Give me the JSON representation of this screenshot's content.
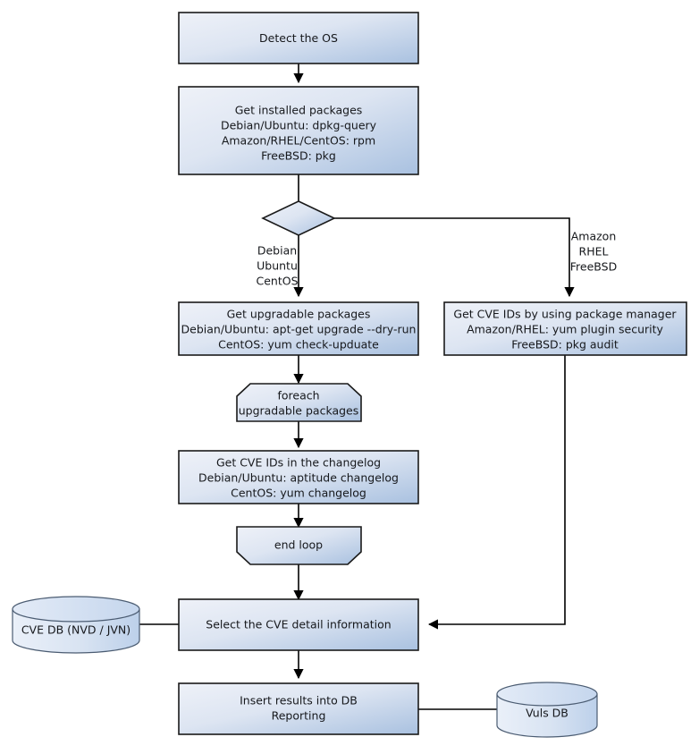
{
  "diagram": {
    "title": "Vuls scan workflow flowchart",
    "type": "flowchart",
    "colors": {
      "node_gradient_start": "#e9edf6",
      "node_gradient_end": "#a9c1e0",
      "node_border": "#1a1a1a",
      "db_gradient_start": "#e6ecf6",
      "db_gradient_end": "#bdd0ea",
      "db_border": "#4b5c72",
      "connector": "#000000",
      "text": "#16181c",
      "background": "#ffffff"
    },
    "nodes": {
      "detect_os": {
        "shape": "process",
        "lines": [
          "Detect the OS"
        ]
      },
      "get_installed_packages": {
        "shape": "process",
        "lines": [
          "Get installed packages",
          "Debian/Ubuntu: dpkg-query",
          "Amazon/RHEL/CentOS: rpm",
          "FreeBSD: pkg"
        ]
      },
      "os_decision": {
        "shape": "decision",
        "lines": []
      },
      "get_upgradable_packages": {
        "shape": "process",
        "lines": [
          "Get upgradable packages",
          "Debian/Ubuntu: apt-get upgrade --dry-run",
          "CentOS: yum check-upduate"
        ]
      },
      "get_cve_ids_pkg_manager": {
        "shape": "process",
        "lines": [
          "Get CVE IDs by using package manager",
          "Amazon/RHEL: yum plugin security",
          "FreeBSD: pkg audit"
        ]
      },
      "foreach_loop_start": {
        "shape": "loop-start",
        "lines": [
          "foreach",
          "upgradable  packages"
        ]
      },
      "get_cve_ids_changelog": {
        "shape": "process",
        "lines": [
          "Get CVE IDs in the changelog",
          "Debian/Ubuntu: aptitude changelog",
          "CentOS: yum changelog"
        ]
      },
      "end_loop": {
        "shape": "loop-end",
        "lines": [
          "end loop"
        ]
      },
      "select_cve_detail": {
        "shape": "process",
        "lines": [
          "Select the CVE detail information"
        ]
      },
      "insert_results": {
        "shape": "process",
        "lines": [
          "Insert results into DB",
          "Reporting"
        ]
      },
      "cve_db": {
        "shape": "database",
        "lines": [
          "CVE DB (NVD / JVN)"
        ]
      },
      "vuls_db": {
        "shape": "database",
        "lines": [
          "Vuls DB"
        ]
      }
    },
    "edge_labels": {
      "left_branch": [
        "Debian",
        "Ubuntu",
        "CentOS"
      ],
      "right_branch": [
        "Amazon",
        "RHEL",
        "FreeBSD"
      ]
    }
  }
}
